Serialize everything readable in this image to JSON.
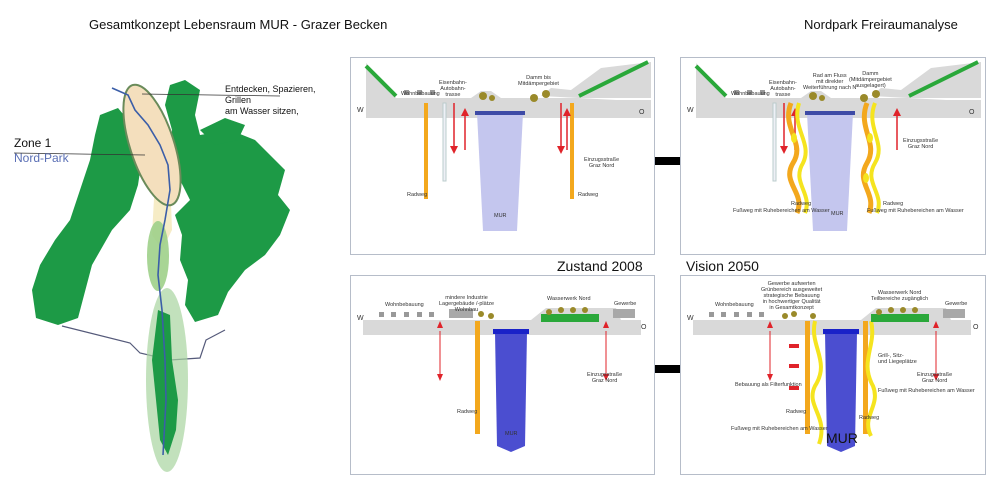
{
  "titles": {
    "main": "Gesamtkonzept Lebensraum MUR - Grazer Becken",
    "right": "Nordpark  Freiraumanalyse"
  },
  "map": {
    "zone_title": "Zone 1",
    "zone_name": "Nord-Park",
    "annotation_line1": "Entdecken, Spazieren, Grillen",
    "annotation_line2": "am Wasser sitzen,",
    "colors": {
      "forest": "#1d9a46",
      "zone_fill": "#f4dfbd",
      "river": "#3b5ea8",
      "green_light": "#9fd08a"
    }
  },
  "section_labels": {
    "zustand": "Zustand 2008",
    "vision": "Vision 2050"
  },
  "panels": {
    "top_left": {
      "west": "W",
      "east": "O",
      "wohnbebauung": "Wohnbebauung",
      "eisenbahn": [
        "Eisenbahn-",
        "Autobahn-",
        "trasse"
      ],
      "damm": [
        "Damm bis",
        "Mitdämpergebiet"
      ],
      "einzug": [
        "Einzugsstraße",
        "Graz Nord"
      ],
      "radweg_left": "Radweg",
      "radweg_right": "Radweg",
      "river": "MUR"
    },
    "top_right": {
      "west": "W",
      "east": "O",
      "wohnbebauung": "Wohnbebauung",
      "eisenbahn": [
        "Eisenbahn-",
        "Autobahn-",
        "trasse"
      ],
      "rad_fluss": [
        "Rad am Fluss",
        "mit direkter",
        "Weiterführung nach N"
      ],
      "damm": [
        "Damm",
        "(Mitdämpergebiet",
        "ausgelagert)"
      ],
      "einzug": [
        "Einzugsstraße",
        "Graz Nord"
      ],
      "radweg_left": "Radweg",
      "fussweg_left": "Fußweg mit Ruhebereichen am Wasser",
      "radweg_right": "Radweg",
      "fussweg_right": "Fußweg mit Ruhebereichen am Wasser",
      "river": "MUR"
    },
    "bottom_left": {
      "west": "W",
      "east": "O",
      "wohnbebauung": "Wohnbebauung",
      "industrie": [
        "mindere Industrie",
        "Lagergebäude /-plätze",
        "Wohnbau"
      ],
      "wasserwerk": "Wasserwerk Nord",
      "gewerbe": "Gewerbe",
      "einzug": [
        "Einzugsstraße",
        "Graz Nord"
      ],
      "radweg": "Radweg",
      "river": "MUR"
    },
    "bottom_right": {
      "west": "W",
      "east": "O",
      "wohnbebauung": "Wohnbebauung",
      "gewerbe_aufwerten": [
        "Gewerbe aufwerten",
        "Grünbereich ausgeweitet",
        "strategische Bebauung",
        "in hochwertiger Qualität",
        "in Gesamtkonzept"
      ],
      "wasserwerk": [
        "Wasserwerk Nord",
        "Teilbereiche zugänglich"
      ],
      "gewerbe": "Gewerbe",
      "grill": [
        "Grill-, Sitz-",
        "und Liegeplätze"
      ],
      "einzug": [
        "Einzugsstraße",
        "Graz Nord"
      ],
      "bebauung_filter": "Bebauung als Filterfunktion",
      "radweg_left": "Radweg",
      "radweg_right": "Radweg",
      "fussweg_left": "Fußweg mit Ruhebereichen am Wasser",
      "fussweg_right": "Fußweg mit Ruhebereichen am Wasser",
      "river": "MUR"
    }
  },
  "colors": {
    "ground": "#d9d9d9",
    "river_light": "#c4c6ee",
    "river_dark": "#4b4ed0",
    "radweg": "#f3a81d",
    "fussweg": "#f5e41f",
    "arrow_red": "#e0232a",
    "grass": "#2aa83a",
    "tree": "#9a8a2a"
  }
}
